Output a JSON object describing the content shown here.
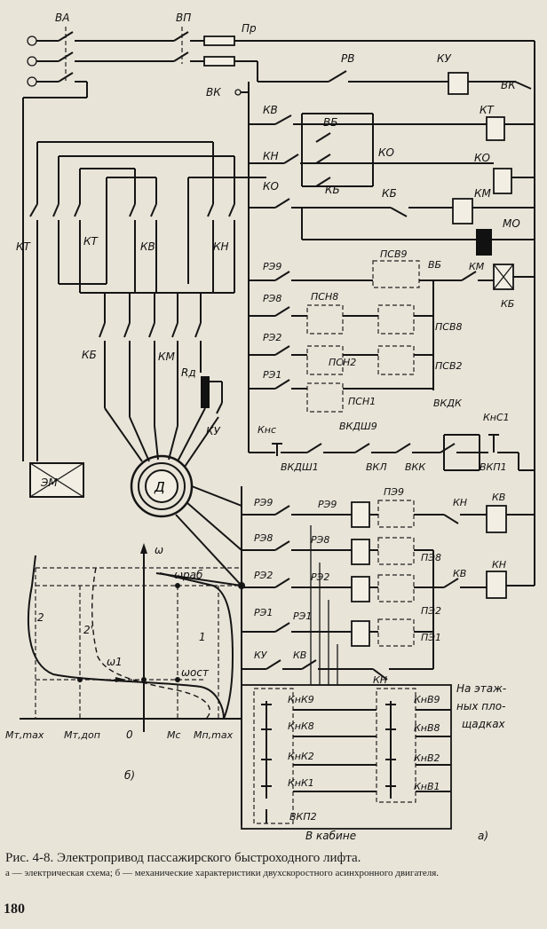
{
  "labels": {
    "VA": "ВА",
    "VP": "ВП",
    "Pr": "Пр",
    "RV": "РВ",
    "KU_top": "КУ",
    "VK1": "ВК",
    "VK2": "ВК",
    "KV1": "КВ",
    "KT_coil": "КТ",
    "VB": "ВБ",
    "KN1": "КН",
    "KO1": "КО",
    "KO2": "КО",
    "KO_coil": "КО",
    "KB1": "КБ",
    "KB2": "КБ",
    "KM_coil": "КМ",
    "MO": "МО",
    "KT_a": "КТ",
    "KT_b": "КТ",
    "KV_c": "КВ",
    "KN_c": "КН",
    "KB_c": "КБ",
    "KM_c": "КМ",
    "Rd": "Rд",
    "KU_c": "КУ",
    "EM": "ЭМ",
    "D": "Д",
    "RE9": "РЭ9",
    "RE8": "РЭ8",
    "RE2": "РЭ2",
    "RE1": "РЭ1",
    "PSV9": "ПСВ9",
    "VB2": "ВБ",
    "KM2": "КМ",
    "KB_coil": "КБ",
    "PSN8": "ПСН8",
    "PSV8": "ПСВ8",
    "PSN2": "ПСН2",
    "PSV2": "ПСВ2",
    "PSN1": "ПСН1",
    "KnS": "Кнс",
    "VKDSh9": "ВКДШ9",
    "VKDK": "ВКДК",
    "KnS1": "КнС1",
    "VKDSh1": "ВКДШ1",
    "VKL": "ВКЛ",
    "VKK": "ВКК",
    "VKP1": "ВКП1",
    "b_RE9": "РЭ9",
    "b_RE9b": "РЭ9",
    "PE9": "ПЭ9",
    "b_KN": "КН",
    "b_KV": "КВ",
    "b_RE8": "РЭ8",
    "b_RE8b": "РЭ8",
    "PE8": "ПЭ8",
    "b_KN_coil": "КН",
    "b_RE2": "РЭ2",
    "b_RE2b": "РЭ2",
    "b_KV2": "КВ",
    "b_RE1": "РЭ1",
    "b_RE1b": "РЭ1",
    "PE2": "ПЭ2",
    "PE1": "ПЭ1",
    "b_KU": "КУ",
    "b_KV3": "КВ",
    "b_KN3": "КН",
    "KnK9": "КнК9",
    "KnK8": "КнК8",
    "KnK2": "КнК2",
    "KnK1": "КнК1",
    "KnV9": "КнВ9",
    "KnV8": "КнВ8",
    "KnV2": "КнВ2",
    "KnV1": "КнВ1",
    "VKP2": "ВКП2",
    "in_cabin": "В кабине",
    "floor1": "На этаж-",
    "floor2": "ных пло-",
    "floor3": "щадках",
    "part_a": "а)",
    "part_b": "б)",
    "omega": "ω",
    "omega_rab": "ωраб",
    "omega1": "ω1",
    "omega_ost": "ωост",
    "curve1": "1",
    "curve2": "2",
    "curve2p": "2'",
    "Mt_max": "Mт,max",
    "Mt_dop": "Mт,доп",
    "zero": "0",
    "Mc": "Mc",
    "Mp_max": "Mп,max"
  },
  "caption": {
    "title": "Рис. 4-8. Электропривод пассажирского быстроходного лифта.",
    "subtitle": "а — электрическая схема; б — механические характеристики двухскоростного асинхронного двигателя."
  },
  "page_number": "180"
}
